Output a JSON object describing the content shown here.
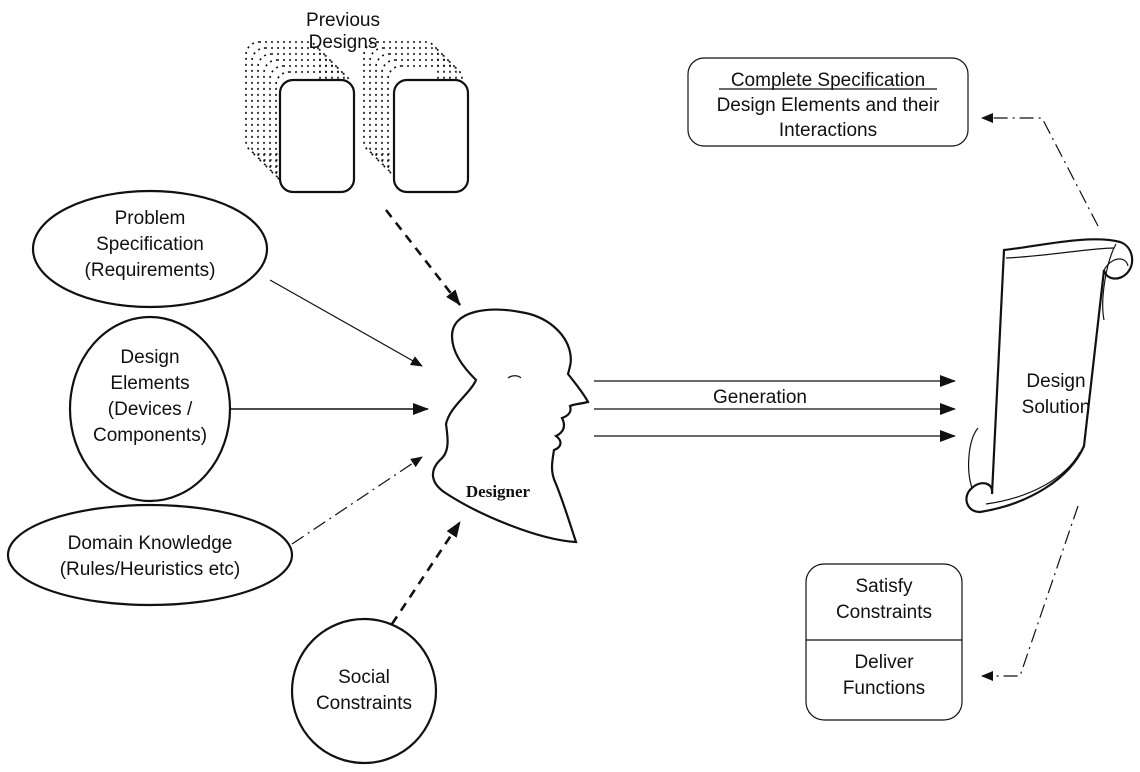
{
  "previous_designs": {
    "line1": "Previous",
    "line2": "Designs"
  },
  "problem_spec": {
    "line1": "Problem",
    "line2": "Specification",
    "line3": "(Requirements)"
  },
  "design_elements": {
    "line1": "Design",
    "line2": "Elements",
    "line3": "(Devices /",
    "line4": "Components)"
  },
  "domain_knowledge": {
    "line1": "Domain Knowledge",
    "line2": "(Rules/Heuristics etc)"
  },
  "social_constraints": {
    "line1": "Social",
    "line2": "Constraints"
  },
  "designer": {
    "label": "Designer"
  },
  "generation": {
    "label": "Generation"
  },
  "design_solution": {
    "line1": "Design",
    "line2": "Solution"
  },
  "complete_spec": {
    "title": "Complete Specification",
    "line2": "Design Elements and their",
    "line3": "Interactions"
  },
  "satisfy_box": {
    "line1": "Satisfy",
    "line2": "Constraints",
    "line3": "Deliver",
    "line4": "Functions"
  }
}
